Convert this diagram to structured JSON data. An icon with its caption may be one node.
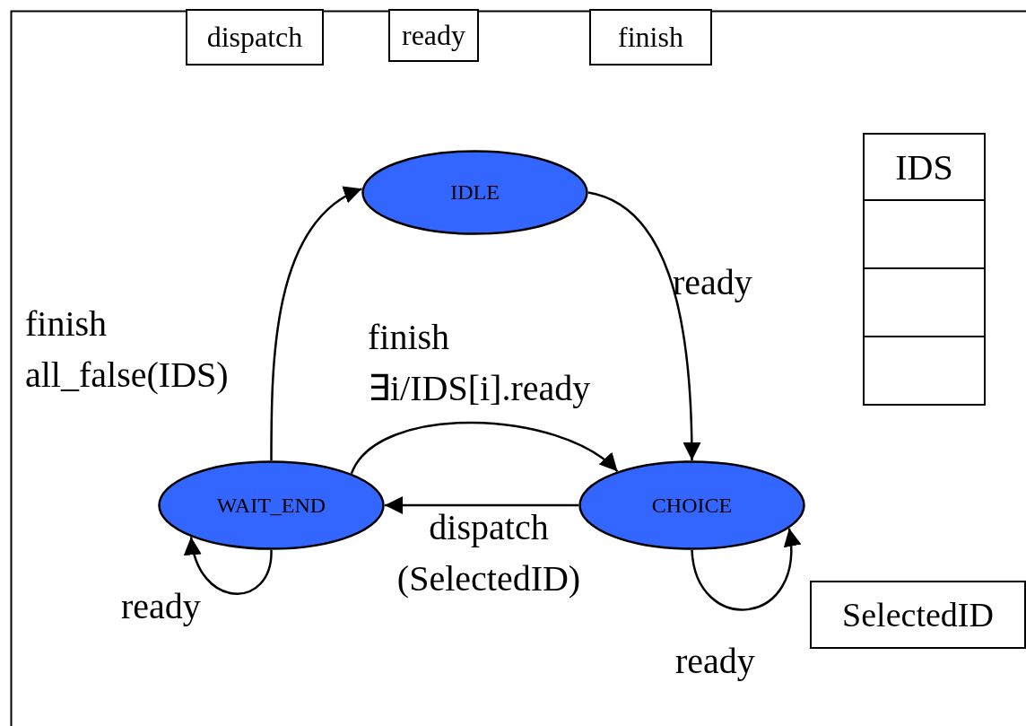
{
  "diagram": {
    "nodes": [
      {
        "text": [
          "dispatch"
        ]
      },
      {
        "text": [
          "ready"
        ]
      },
      {
        "text": [
          "finish"
        ]
      },
      {
        "text": [
          "IDLE"
        ]
      },
      {
        "text": [
          "CHOICE"
        ]
      },
      {
        "text": [
          "WAIT_END"
        ]
      },
      {
        "text": [
          "IDS"
        ]
      },
      {
        "text": [
          "SelectedID"
        ]
      }
    ],
    "edges": [
      {
        "from": 3,
        "to": 4,
        "arrow": "to",
        "label": "ready"
      },
      {
        "from": 5,
        "to": 3,
        "arrow": "to",
        "label": "finish all_false(IDS)"
      },
      {
        "from": 5,
        "to": 4,
        "arrow": "to",
        "label": "finish ∃i/IDS[i].ready"
      },
      {
        "from": 4,
        "to": 5,
        "arrow": "to",
        "label": "dispatch (SelectedID)"
      },
      {
        "from": 5,
        "to": 5,
        "arrow": "to",
        "label": "ready"
      },
      {
        "from": 4,
        "to": 4,
        "arrow": "to",
        "label": "ready"
      }
    ]
  }
}
